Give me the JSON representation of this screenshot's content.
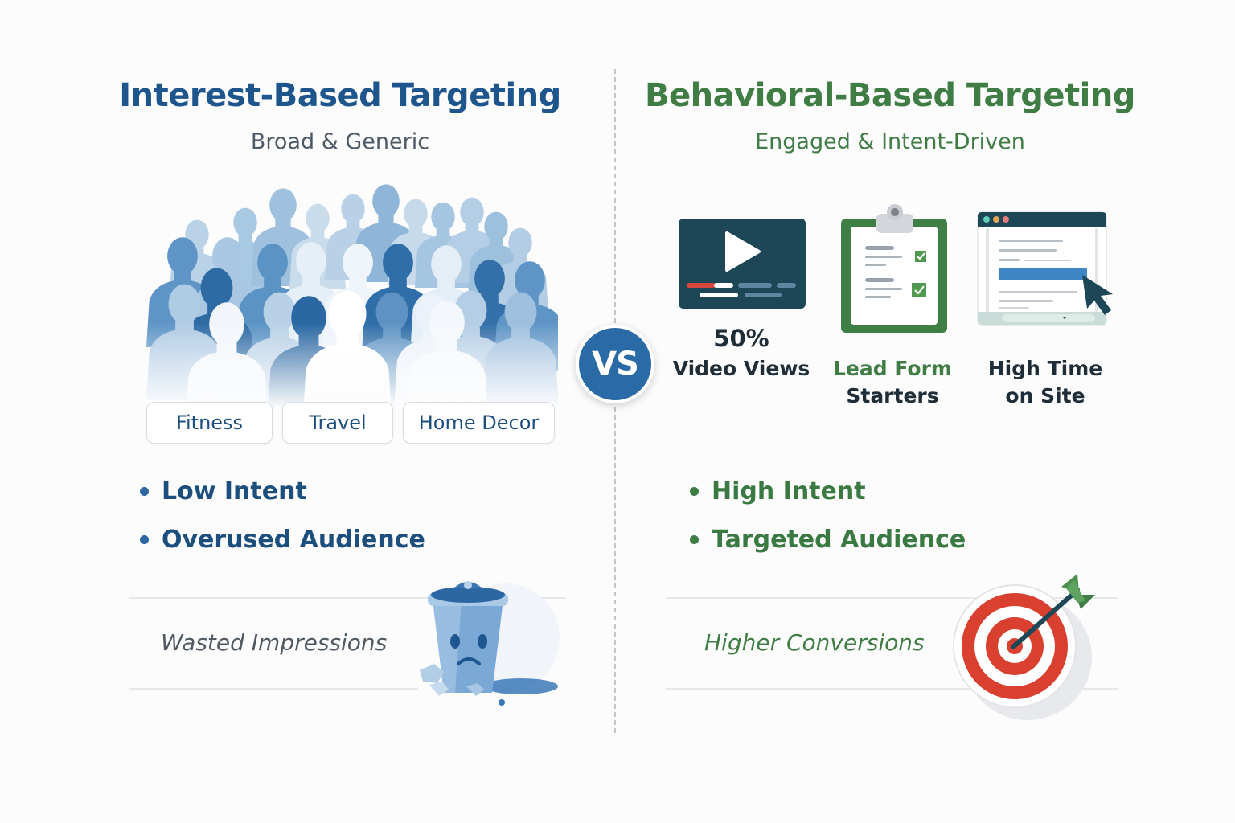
{
  "left": {
    "title": "Interest-Based Targeting",
    "subtitle": "Broad & Generic",
    "illustration": "crowd-of-people-silhouettes",
    "tags": [
      "Fitness",
      "Travel",
      "Home Decor"
    ],
    "bullets": [
      "Low Intent",
      "Overused Audience"
    ],
    "outcome": "Wasted Impressions",
    "outcome_icon": "sad-trash-bucket-icon",
    "color": "#1d558c"
  },
  "center": {
    "badge": "VS",
    "badge_color": "#2a6aa6"
  },
  "right": {
    "title": "Behavioral-Based Targeting",
    "subtitle": "Engaged & Intent-Driven",
    "metrics": [
      {
        "icon": "video-player-icon",
        "line1": "50%",
        "line2": "Video Views"
      },
      {
        "icon": "clipboard-form-icon",
        "line1": "Lead Form",
        "line2": "Starters"
      },
      {
        "icon": "browser-window-cursor-icon",
        "line1": "High Time",
        "line2": "on Site"
      }
    ],
    "bullets": [
      "High Intent",
      "Targeted Audience"
    ],
    "outcome": "Higher Conversions",
    "outcome_icon": "target-bullseye-arrow-icon",
    "color": "#3f7d45"
  }
}
